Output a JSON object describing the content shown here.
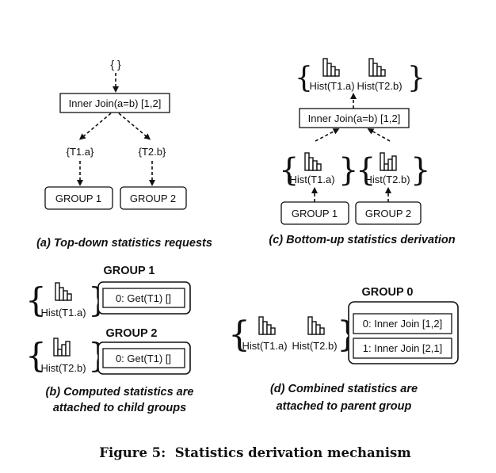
{
  "panel_a": {
    "empty_set": "{ }",
    "join": "Inner Join(a=b) [1,2]",
    "req_left": "{T1.a}",
    "req_right": "{T2.b}",
    "group_left": "GROUP 1",
    "group_right": "GROUP 2",
    "caption": "(a) Top-down statistics requests"
  },
  "panel_c": {
    "top_hist_left": "Hist(T1.a)",
    "top_hist_right": "Hist(T2.b)",
    "join": "Inner Join(a=b) [1,2]",
    "hist_left": "Hist(T1.a)",
    "hist_right": "Hist(T2.b)",
    "group_left": "GROUP 1",
    "group_right": "GROUP 2",
    "caption": "(c) Bottom-up statistics derivation"
  },
  "panel_b": {
    "group1_title": "GROUP 1",
    "group1_hist": "Hist(T1.a)",
    "group1_expr": "0: Get(T1) []",
    "group2_title": "GROUP 2",
    "group2_hist": "Hist(T2.b)",
    "group2_expr": "0: Get(T1) []",
    "caption_line1": "(b) Computed statistics are",
    "caption_line2": "attached to child groups"
  },
  "panel_d": {
    "group_title": "GROUP 0",
    "hist_left": "Hist(T1.a)",
    "hist_right": "Hist(T2.b)",
    "expr_0": "0: Inner Join [1,2]",
    "expr_1": "1: Inner Join [2,1]",
    "caption_line1": "(d) Combined statistics are",
    "caption_line2": "attached to parent group"
  },
  "figure_caption": "Figure 5:  Statistics derivation mechanism"
}
